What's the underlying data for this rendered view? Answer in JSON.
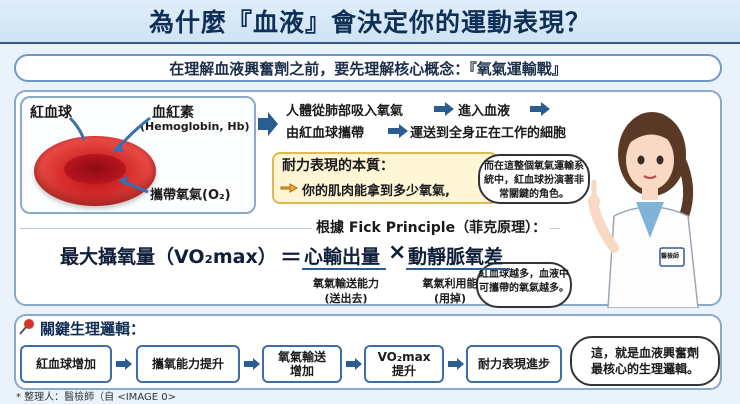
{
  "title": "為什麼『血液』會決定你的運動表現？",
  "subtitle": "在理解血液興奮劑之前，要先理解核心概念：『氧氣運輸戰』",
  "rbc": {
    "name": "紅血球",
    "hemoglobin_zh": "血紅素",
    "hemoglobin_en": "(Hemoglobin, Hb)",
    "carry_oxygen": "攜帶氧氣(O₂)"
  },
  "flow": {
    "line1": "人體從肺部吸入氧氣",
    "line1b": "進入血液",
    "line2": "由紅血球攜帶",
    "line2b": "運送到全身正在工作的細胞"
  },
  "essence": {
    "title": "耐力表現的本質：",
    "text": "你的肌肉能拿到多少氧氣,"
  },
  "bubbles": {
    "top": "而在這整個氧氣運輸系統中，紅血球扮演著非常關鍵的角色。",
    "mid": "紅血球越多，血液中可攜帶的氧氣越多。"
  },
  "fick": {
    "title": "根據 Fick Principle（菲克原理）：",
    "lhs": "最大攝氧量（VO₂max）",
    "eq": "＝",
    "term1": "心輸出量",
    "times": "×",
    "term2": "動靜脈氧差",
    "note1": "氧氣輸送能力\n(送出去)",
    "note2": "氧氣利用能\n(用掉)"
  },
  "logic": {
    "title": "關鍵生理邏輯：",
    "steps": [
      "紅血球增加",
      "攜氧能力提升",
      "氧氣輸送\n增加",
      "VO₂max\n提升",
      "耐力表現進步"
    ],
    "conclusion": "這，就是血液興奮劑\n最核心的生理邏輯。"
  },
  "badge": "醫檢師",
  "credit": "* 整理人：醫檢師（自 <IMAGE 0>"
}
